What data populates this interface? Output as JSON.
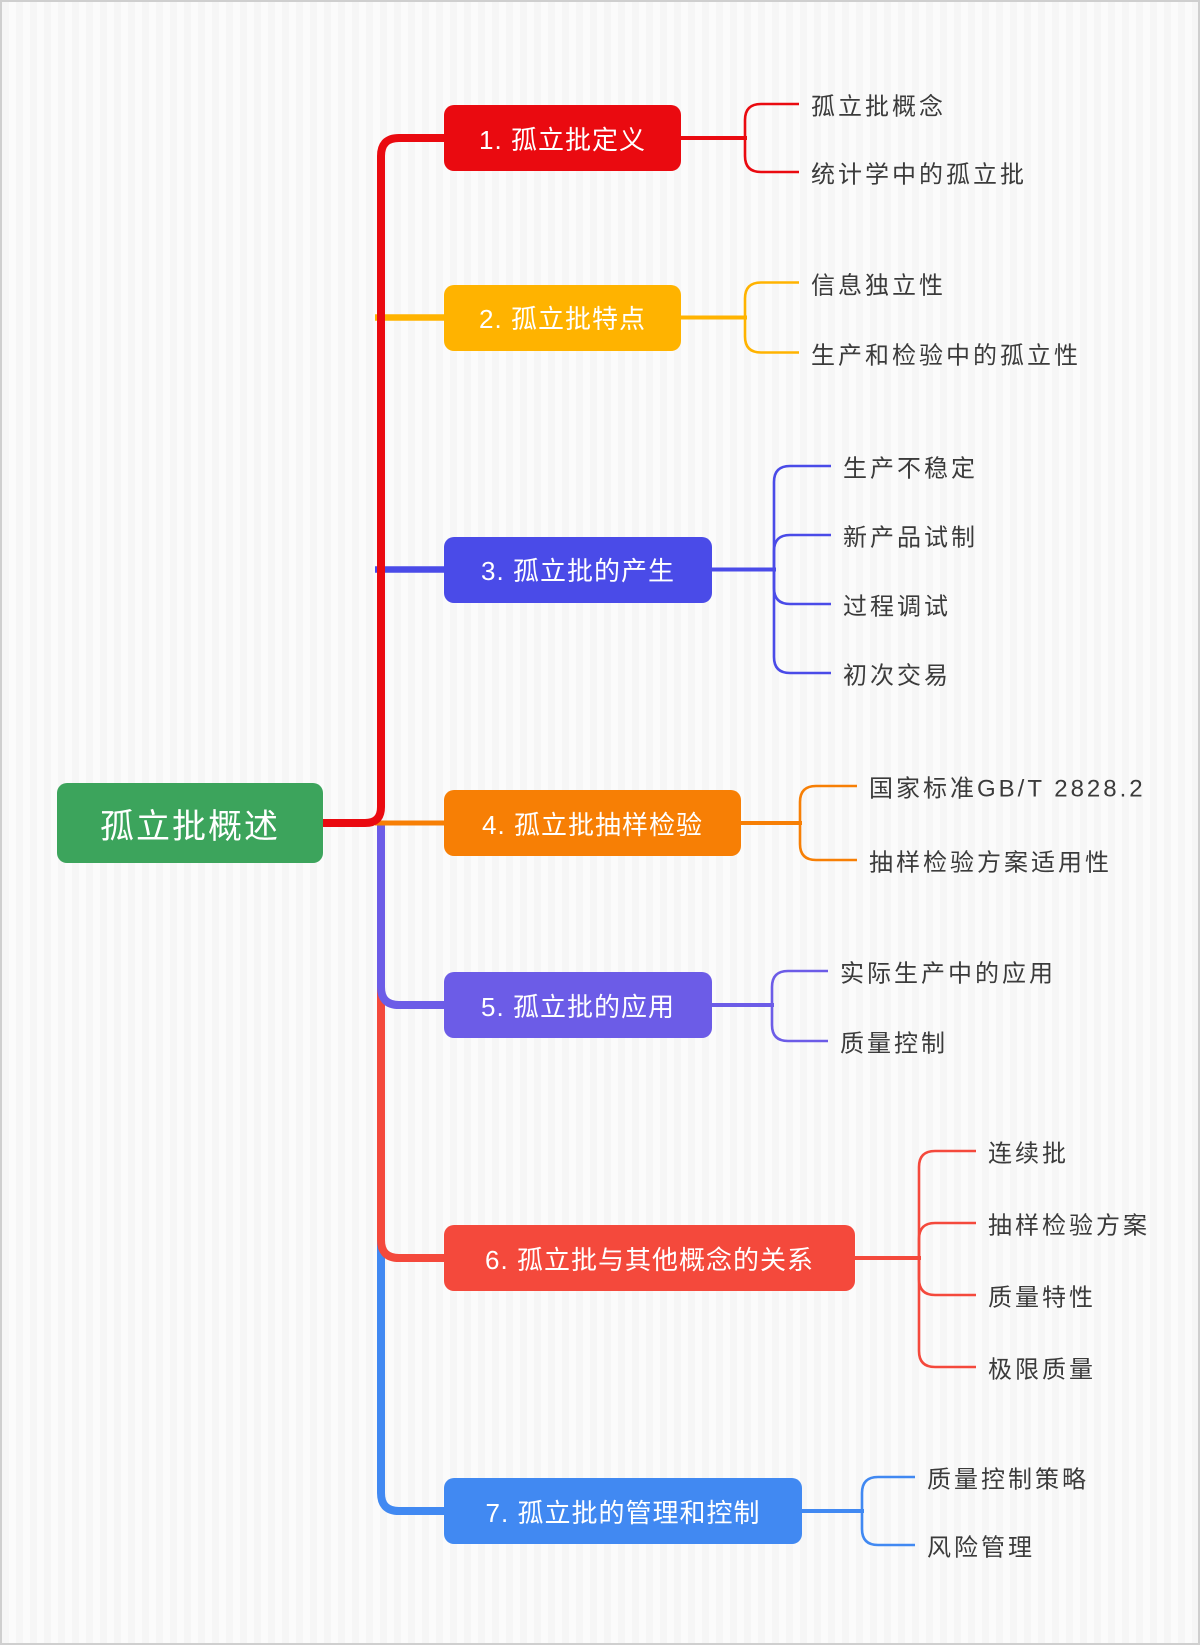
{
  "root": {
    "label": "孤立批概述",
    "color": "#3CA45C"
  },
  "branches": [
    {
      "label": "1. 孤立批定义",
      "color": "#EA0A10",
      "children": [
        "孤立批概念",
        "统计学中的孤立批"
      ]
    },
    {
      "label": "2. 孤立批特点",
      "color": "#FFB300",
      "children": [
        "信息独立性",
        "生产和检验中的孤立性"
      ]
    },
    {
      "label": "3. 孤立批的产生",
      "color": "#4A4BE8",
      "children": [
        "生产不稳定",
        "新产品试制",
        "过程调试",
        "初次交易"
      ]
    },
    {
      "label": "4. 孤立批抽样检验",
      "color": "#F77F05",
      "children": [
        "国家标准GB/T 2828.2",
        "抽样检验方案适用性"
      ]
    },
    {
      "label": "5. 孤立批的应用",
      "color": "#6C5CE7",
      "children": [
        "实际生产中的应用",
        "质量控制"
      ]
    },
    {
      "label": "6. 孤立批与其他概念的关系",
      "color": "#F4493C",
      "children": [
        "连续批",
        "抽样检验方案",
        "质量特性",
        "极限质量"
      ]
    },
    {
      "label": "7. 孤立批的管理和控制",
      "color": "#4189F2",
      "children": [
        "质量控制策略",
        "风险管理"
      ]
    }
  ],
  "child_text_color": "#3b3b3b"
}
